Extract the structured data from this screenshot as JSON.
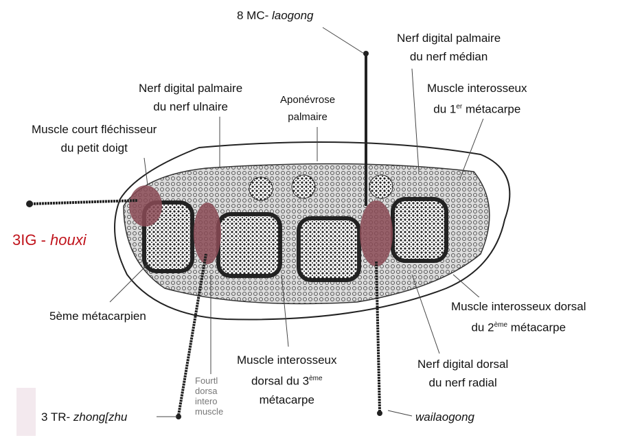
{
  "labels": {
    "mc8_a": "8 MC- ",
    "mc8_b": "laogong",
    "median_1": "Nerf digital palmaire",
    "median_2": "du nerf médian",
    "inter1_1": "Muscle interosseux",
    "inter1_2a": "du 1",
    "inter1_sup": "er",
    "inter1_2b": " métacarpe",
    "ulnar_1": "Nerf digital palmaire",
    "ulnar_2": "du nerf ulnaire",
    "apo_1": "Aponévrose",
    "apo_2": "palmaire",
    "flex_1": "Muscle court fléchisseur",
    "flex_2": "du petit doigt",
    "ig3_a": "3IG - ",
    "ig3_b": "houxi",
    "meta5": "5ème métacarpien",
    "inter2_1": "Muscle interosseux dorsal",
    "inter2_2a": "du 2",
    "inter2_sup": "ème",
    "inter2_2b": " métacarpe",
    "inter3_1": "Muscle interosseux",
    "inter3_2a": "dorsal du 3",
    "inter3_sup": "ème",
    "inter3_3": "métacarpe",
    "radial_1": "Nerf digital dorsal",
    "radial_2": "du nerf radial",
    "fourth": [
      "Fourtl",
      "dorsa",
      "intero",
      "muscle"
    ],
    "tr3_a": "3 TR- ",
    "tr3_b": "zhong[zhu",
    "wai": "wailaogong"
  },
  "colors": {
    "muscle": "#8a4a55",
    "accent_red": "#c0141c"
  }
}
